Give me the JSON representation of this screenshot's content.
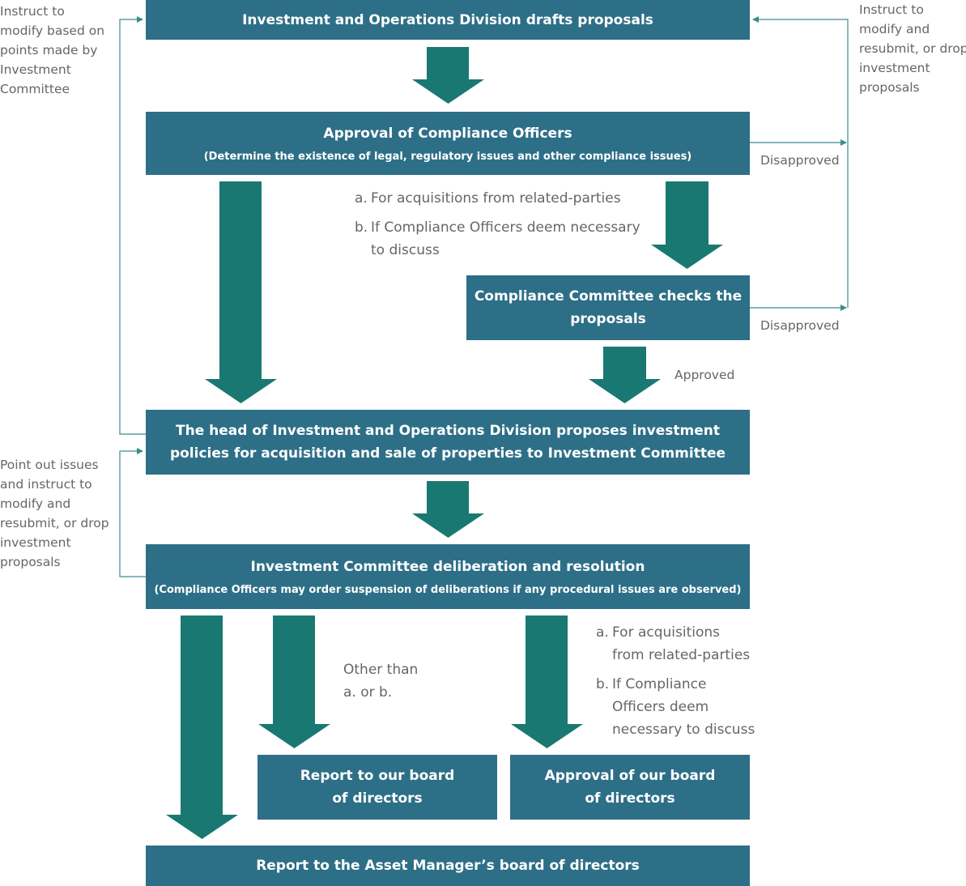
{
  "boxes": {
    "drafts": "Investment and Operations Division drafts proposals",
    "compliance_officers": {
      "title": "Approval of Compliance Officers",
      "subtitle": "(Determine the existence of legal, regulatory issues and other compliance issues)"
    },
    "compliance_committee": [
      "Compliance Committee checks the",
      "proposals"
    ],
    "head_proposes": [
      "The head of Investment and Operations Division proposes investment",
      "policies  for acquisition and sale of properties to Investment Committee"
    ],
    "investment_committee": {
      "title": "Investment Committee deliberation and resolution",
      "subtitle": "(Compliance Officers may order suspension of deliberations if any procedural issues are observed)"
    },
    "report_board": [
      "Report to our board",
      "of directors"
    ],
    "approval_board": [
      "Approval of our board",
      "of directors"
    ],
    "report_asset_manager": "Report to the Asset Manager’s board of directors"
  },
  "side_notes": {
    "left_top": [
      "Instruct to",
      "modify based on",
      "points made by",
      "Investment",
      "Committee"
    ],
    "right_top": [
      "Instruct to",
      "modify and",
      "resubmit, or drop",
      "investment",
      "proposals"
    ],
    "left_mid": [
      "Point out issues",
      "and instruct to",
      "modify and",
      "resubmit, or drop",
      "investment",
      "proposals"
    ]
  },
  "labels": {
    "disapproved_1": "Disapproved",
    "disapproved_2": "Disapproved",
    "approved": "Approved"
  },
  "conditions_top": {
    "a_marker": "a.",
    "a_text": "For acquisitions from related-parties",
    "b_marker": "b.",
    "b_line1": "If Compliance Officers deem necessary",
    "b_line2": "to discuss"
  },
  "conditions_bottom": {
    "a_marker": "a.",
    "a_line1": "For acquisitions",
    "a_line2": "from related-parties",
    "b_marker": "b.",
    "b_line1": "If Compliance",
    "b_line2": "Officers deem",
    "b_line3": "necessary to discuss"
  },
  "other_than": [
    "Other than",
    "a. or b."
  ],
  "colors": {
    "box": "#2d6f87",
    "arrow": "#1a7872",
    "connector": "#3c8a8f",
    "text": "#666666"
  }
}
